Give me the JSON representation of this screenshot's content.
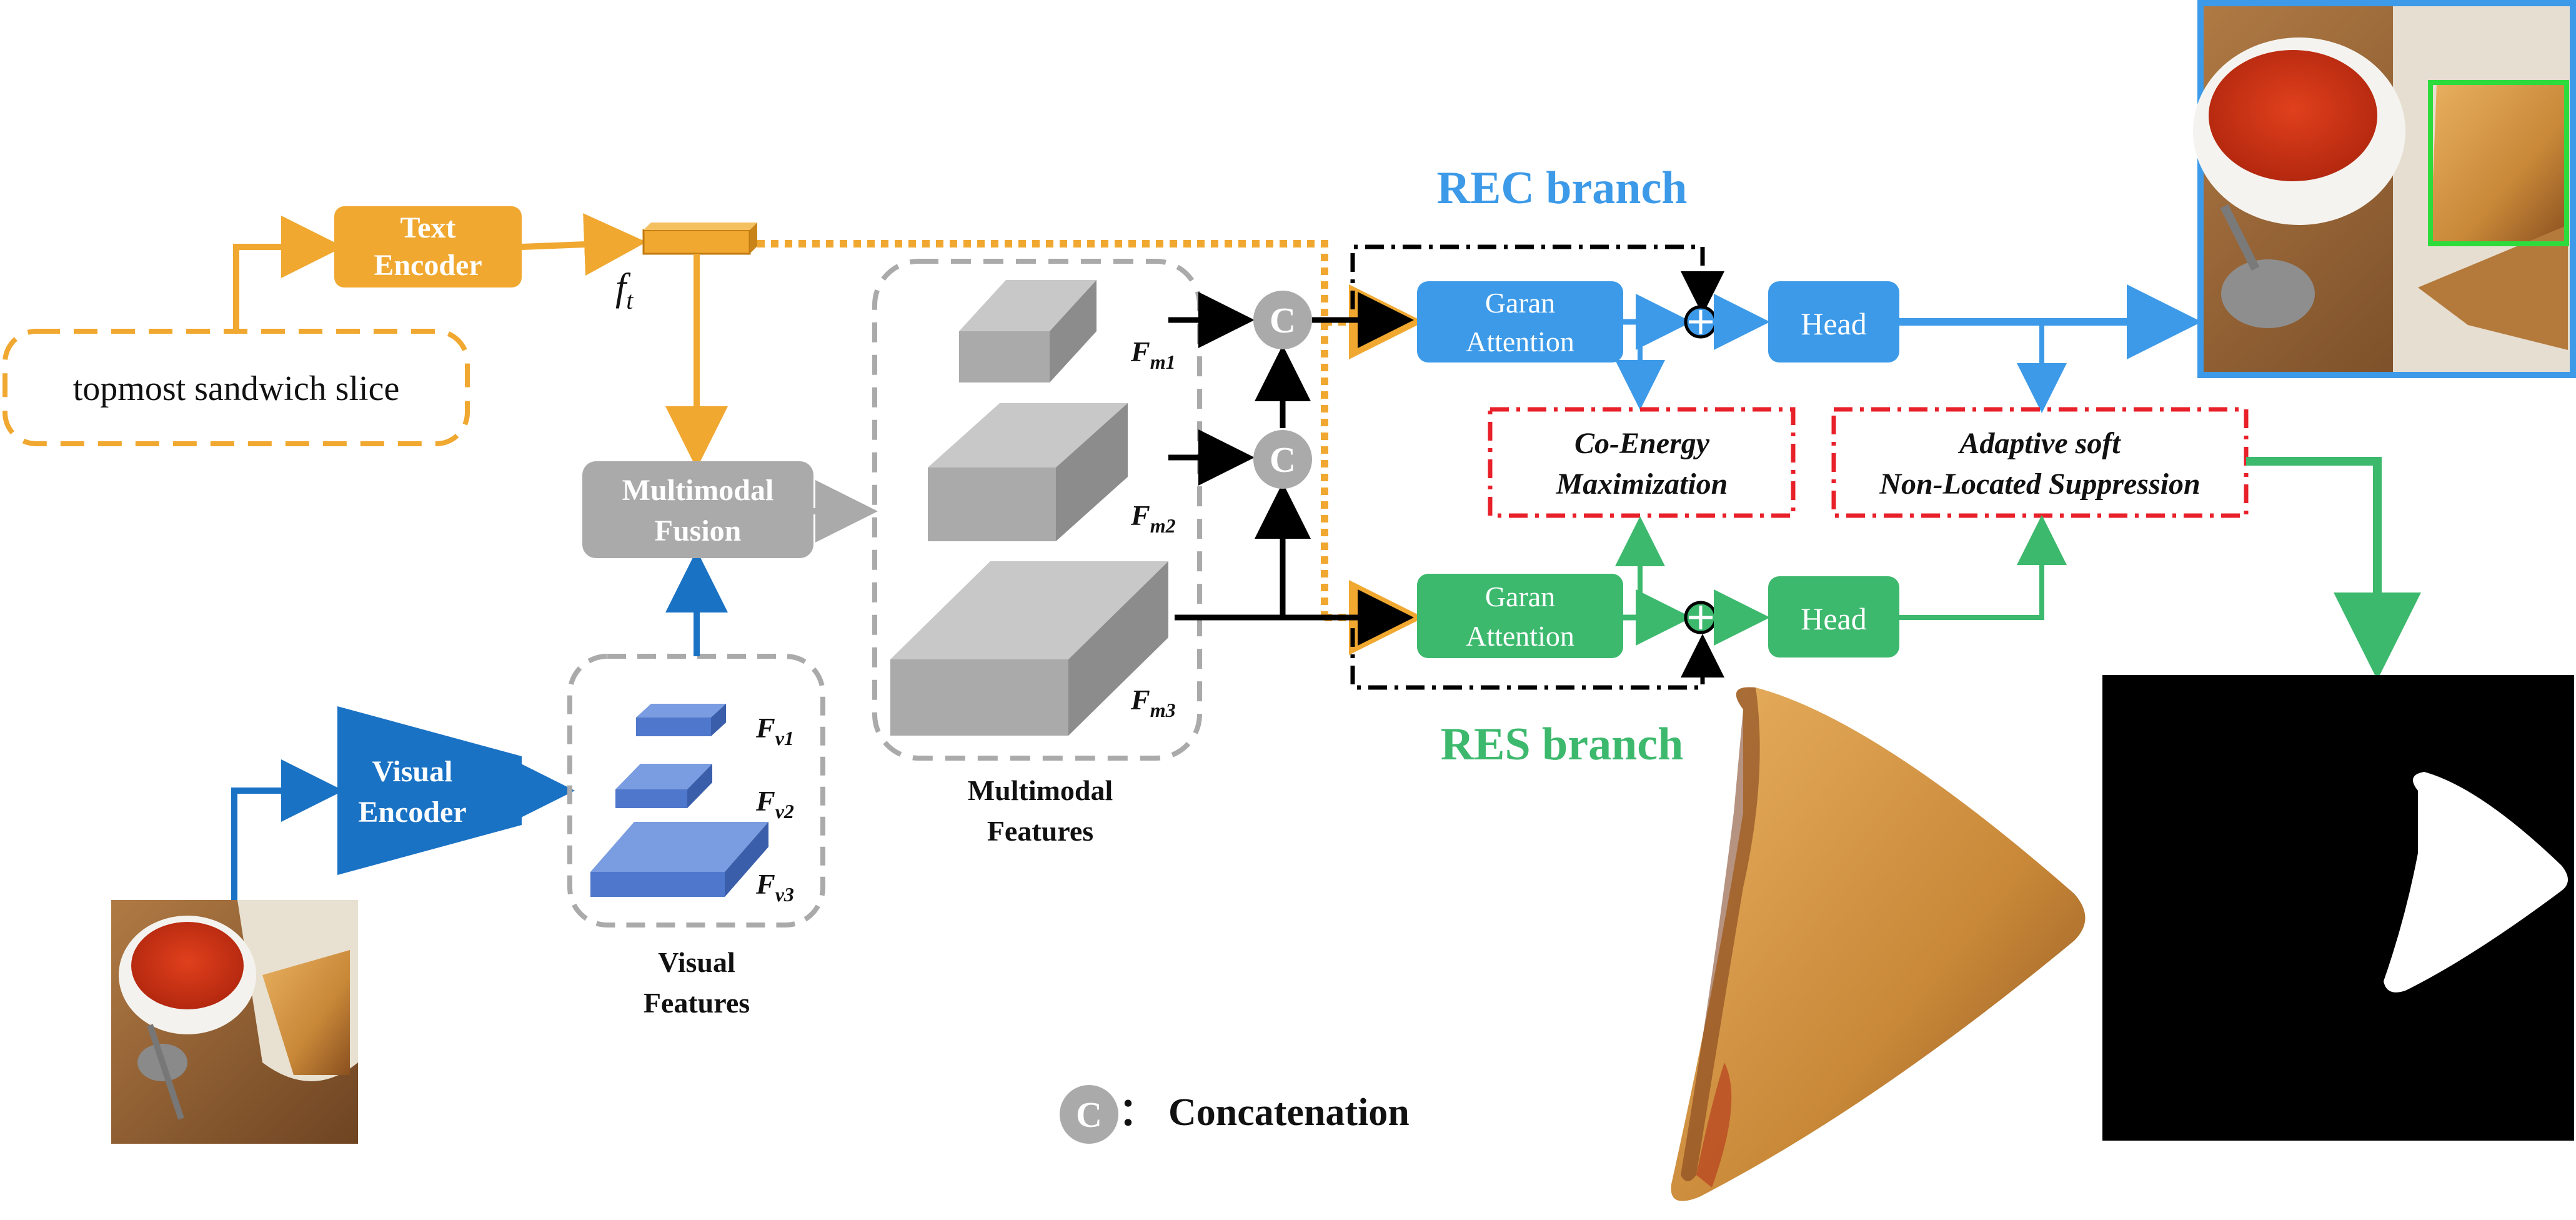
{
  "text_input": {
    "query": "topmost sandwich slice"
  },
  "text_encoder": {
    "line1": "Text",
    "line2": "Encoder"
  },
  "text_feature": {
    "symbol": "f",
    "subscript": "t"
  },
  "visual_encoder": {
    "line1": "Visual",
    "line2": "Encoder"
  },
  "visual_features": {
    "items": [
      {
        "base": "F",
        "sub": "v1"
      },
      {
        "base": "F",
        "sub": "v2"
      },
      {
        "base": "F",
        "sub": "v3"
      }
    ],
    "caption_line1": "Visual",
    "caption_line2": "Features"
  },
  "multimodal_fusion": {
    "line1": "Multimodal",
    "line2": "Fusion"
  },
  "multimodal_features": {
    "items": [
      {
        "base": "F",
        "sub": "m1"
      },
      {
        "base": "F",
        "sub": "m2"
      },
      {
        "base": "F",
        "sub": "m3"
      }
    ],
    "caption_line1": "Multimodal",
    "caption_line2": "Features"
  },
  "concat_symbol": "C",
  "rec_branch": {
    "title": "REC branch",
    "attention_line1": "Garan",
    "attention_line2": "Attention",
    "head": "Head"
  },
  "res_branch": {
    "title": "RES branch",
    "attention_line1": "Garan",
    "attention_line2": "Attention",
    "head": "Head"
  },
  "co_energy": {
    "line1": "Co-Energy",
    "line2": "Maximization"
  },
  "asnls": {
    "line1": "Adaptive soft",
    "line2": "Non-Located Suppression"
  },
  "legend": {
    "symbol": "C",
    "separator": "：",
    "label": "Concatenation"
  },
  "colors": {
    "orange": "#F0A830",
    "blue": "#3D9AE8",
    "dark_blue": "#1A72C4",
    "feature_blue": "#4F78CC",
    "green": "#3DB96E",
    "gray": "#AAAAAA",
    "red": "#E8202A",
    "black": "#000000"
  }
}
